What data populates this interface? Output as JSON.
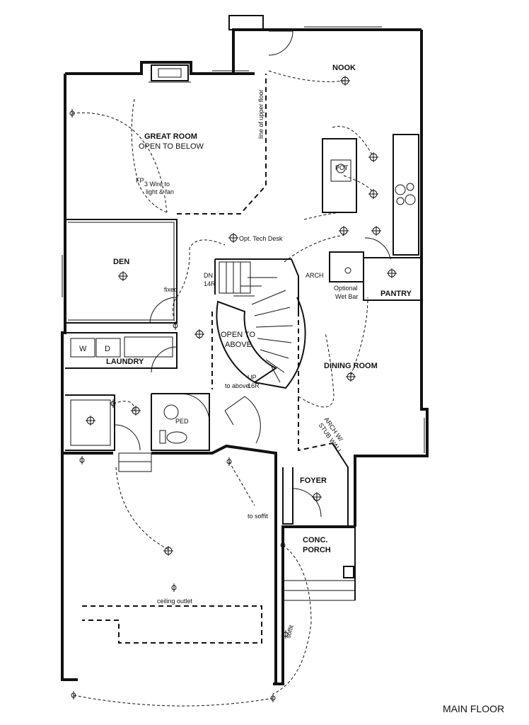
{
  "plan": {
    "title": "MAIN FLOOR",
    "rooms": {
      "nook": "NOOK",
      "great_room": "GREAT ROOM",
      "great_room_sub": "OPEN TO BELOW",
      "den": "DEN",
      "laundry": "LAUNDRY",
      "dining_room": "DINING ROOM",
      "pantry": "PANTRY",
      "foyer": "FOYER",
      "porch_line1": "CONC.",
      "porch_line2": "PORCH",
      "open_line1": "OPEN TO",
      "open_line2": "ABOVE"
    },
    "notes": {
      "line_of_upper_floor": "line of upper floor",
      "fp": "FP",
      "wire_line1": "3 Wire to",
      "wire_line2": "light & fan",
      "fixed": "fixed",
      "tech_desk": "Opt. Tech Desk",
      "arch": "ARCH",
      "wet_bar_line1": "Optional",
      "wet_bar_line2": "Wet Bar",
      "arch_stub_line1": "ARCH W/",
      "arch_stub_line2": "STUB WALL",
      "stair_dn": "DN",
      "stair_dn_risers": "14R",
      "stair_up": "UP",
      "stair_up_risers": "16R",
      "to_above": "to above",
      "to_soffit": "to soffit",
      "soffit": "soffit",
      "ceiling_outlet": "ceiling outlet",
      "ped": "PED",
      "pot": "POT",
      "washer": "W",
      "dryer": "D"
    }
  }
}
